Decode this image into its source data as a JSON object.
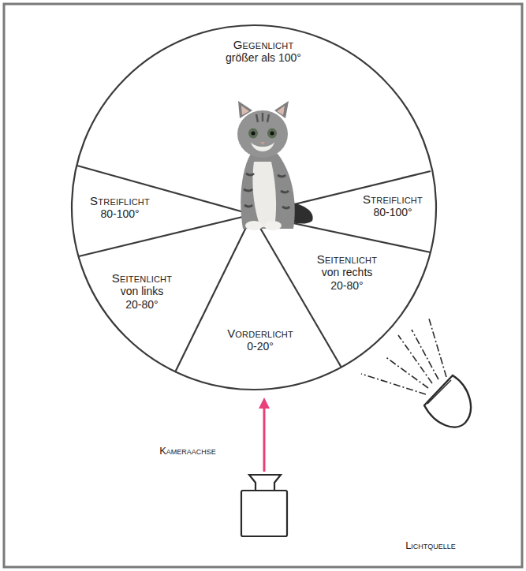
{
  "diagram": {
    "nodes": [
      {
        "text": [
          "Gegenlicht",
          "größer als 100°"
        ]
      },
      {
        "text": [
          "Streiflicht",
          "80-100°"
        ]
      },
      {
        "text": [
          "Streiflicht",
          "80-100°"
        ]
      },
      {
        "text": [
          "Seitenlicht",
          "von links 20-80°"
        ]
      },
      {
        "text": [
          "Seitenlicht",
          "von rechts 20-80°"
        ]
      },
      {
        "text": [
          "Vorderlicht",
          "0-20°"
        ]
      }
    ],
    "labels": [
      "Kameraachse",
      "Lichtquelle"
    ]
  }
}
